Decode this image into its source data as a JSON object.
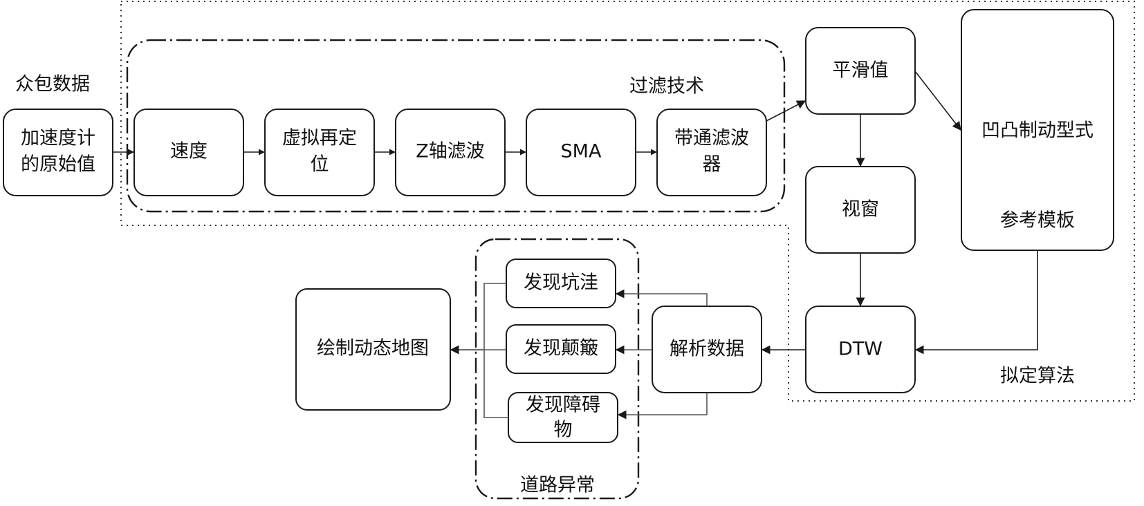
{
  "labels": {
    "crowdsourcing": "众包数据",
    "filtering": "过滤技术",
    "algorithm": "拟定算法",
    "road_anomaly": "道路异常"
  },
  "nodes": {
    "raw": [
      "加速度计",
      "的原始值"
    ],
    "speed": [
      "速度"
    ],
    "relocate": [
      "虚拟再定",
      "位"
    ],
    "zfilter": [
      "Z轴滤波"
    ],
    "sma": [
      "SMA"
    ],
    "bandpass": [
      "带通滤波",
      "器"
    ],
    "smooth": [
      "平滑值"
    ],
    "window": [
      "视窗"
    ],
    "template": [
      "凹凸制动型式",
      "参考模板"
    ],
    "dtw": [
      "DTW"
    ],
    "parse": [
      "解析数据"
    ],
    "pothole": [
      "发现坑洼"
    ],
    "bump": [
      "发现颠簸"
    ],
    "obstacle": [
      "发现障碍",
      "物"
    ],
    "map": [
      "绘制动态地图"
    ]
  }
}
